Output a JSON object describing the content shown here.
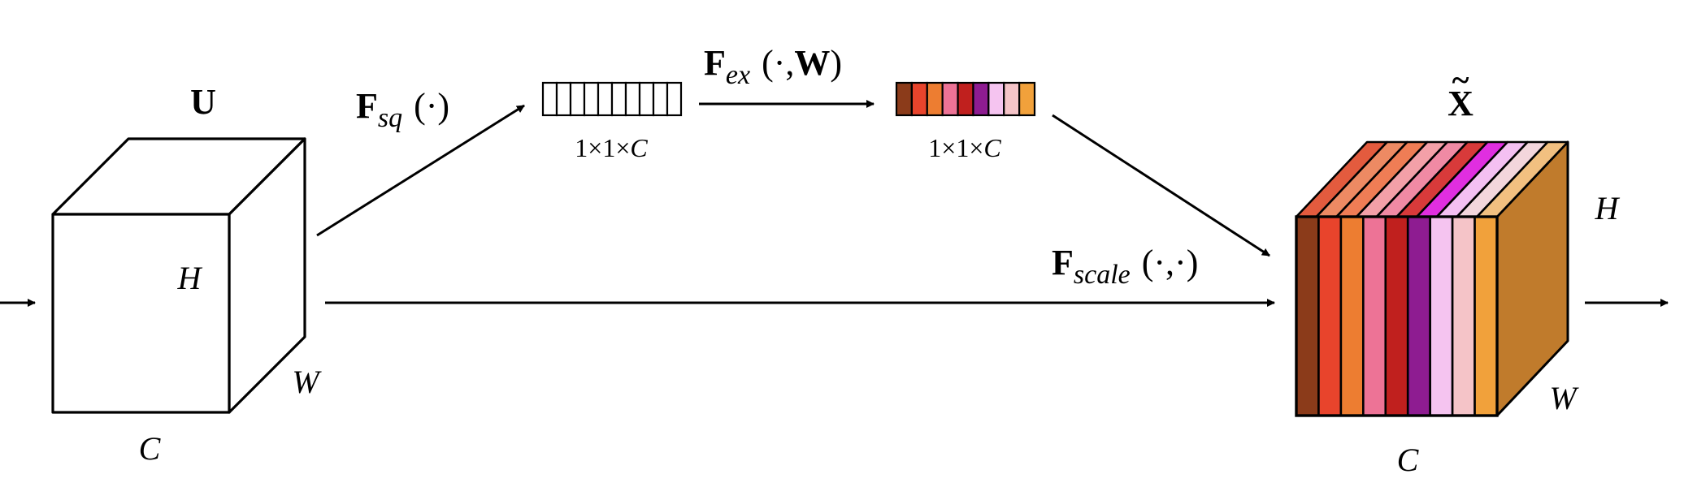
{
  "input_tensor": {
    "label": "U",
    "h": "H",
    "w": "W",
    "c": "C"
  },
  "squeeze": {
    "label_main": "F",
    "label_sub": "sq",
    "label_args": "(·)"
  },
  "squeezed_vector": {
    "label": "1×1×",
    "label_c": "C",
    "cells": 10
  },
  "excitation": {
    "label_main": "F",
    "label_sub": "ex",
    "label_args": "(·,",
    "label_w": "W",
    "label_close": ")"
  },
  "excited_vector": {
    "label": "1×1×",
    "label_c": "C",
    "colors": [
      "#8b3b1a",
      "#e8442c",
      "#ed7d31",
      "#ed7396",
      "#c0201e",
      "#8e1c91",
      "#f5c4f0",
      "#f5c4c8",
      "#f1a13b"
    ]
  },
  "scale": {
    "label_main": "F",
    "label_sub": "scale",
    "label_args": "(·,·)"
  },
  "output_tensor": {
    "label": "X",
    "tilde": "~",
    "h": "H",
    "w": "W",
    "c": "C",
    "front_colors": [
      "#8b3b1a",
      "#e8442c",
      "#ed7d31",
      "#ed7396",
      "#c0201e",
      "#8e1c91",
      "#f5c4f0",
      "#f5c4c8",
      "#f1a13b"
    ],
    "top_colors": [
      "#e35b3e",
      "#ed8a63",
      "#ef7d55",
      "#f3a0a8",
      "#f08aa4",
      "#d83a3a",
      "#e02ee0",
      "#f4c0f2",
      "#f3d6dc",
      "#f2c080"
    ],
    "side_color": "#c07b2c"
  }
}
